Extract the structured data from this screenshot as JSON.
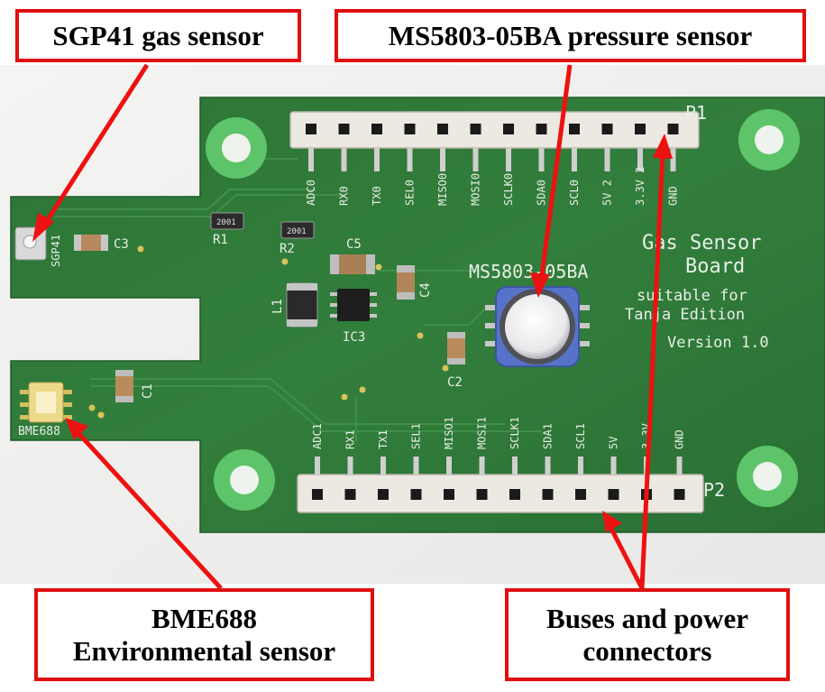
{
  "callouts": {
    "sgp41": "SGP41 gas sensor",
    "ms5803": "MS5803-05BA pressure sensor",
    "bme688_line1": "BME688",
    "bme688_line2": "Environmental sensor",
    "buses_line1": "Buses and power",
    "buses_line2": "connectors"
  },
  "board": {
    "title_line1": "Gas Sensor",
    "title_line2": "Board",
    "subtitle_line1": "suitable for",
    "subtitle_line2": "Tanja Edition",
    "version": "Version 1.0",
    "ms_label": "MS5803-05BA",
    "p1": "P1",
    "p2": "P2",
    "sgp_label": "SGP41",
    "bme_label": "BME688",
    "refs": {
      "c3": "C3",
      "r1": "R1",
      "r2": "R2",
      "c5": "C5",
      "c4": "C4",
      "l1": "L1",
      "ic3": "IC3",
      "c2": "C2",
      "c1": "C1",
      "r1_marking": "2001",
      "r2_marking": "2001"
    },
    "p1_pins": [
      "ADC0",
      "RX0",
      "TX0",
      "SEL0",
      "MISO0",
      "MOSI0",
      "SCLK0",
      "SDA0",
      "SCL0",
      "5V 2",
      "3.3V 2",
      "GND"
    ],
    "p2_pins": [
      "ADC1",
      "RX1",
      "TX1",
      "SEL1",
      "MISO1",
      "MOSI1",
      "SCLK1",
      "SDA1",
      "SCL1",
      "5V",
      "3.3V",
      "GND"
    ]
  },
  "colors": {
    "callout_border": "#e01010",
    "arrow": "#ee1111",
    "pcb": "#2f7a3a",
    "silkscreen": "#e8eee6",
    "background": "#f2f2f0"
  }
}
